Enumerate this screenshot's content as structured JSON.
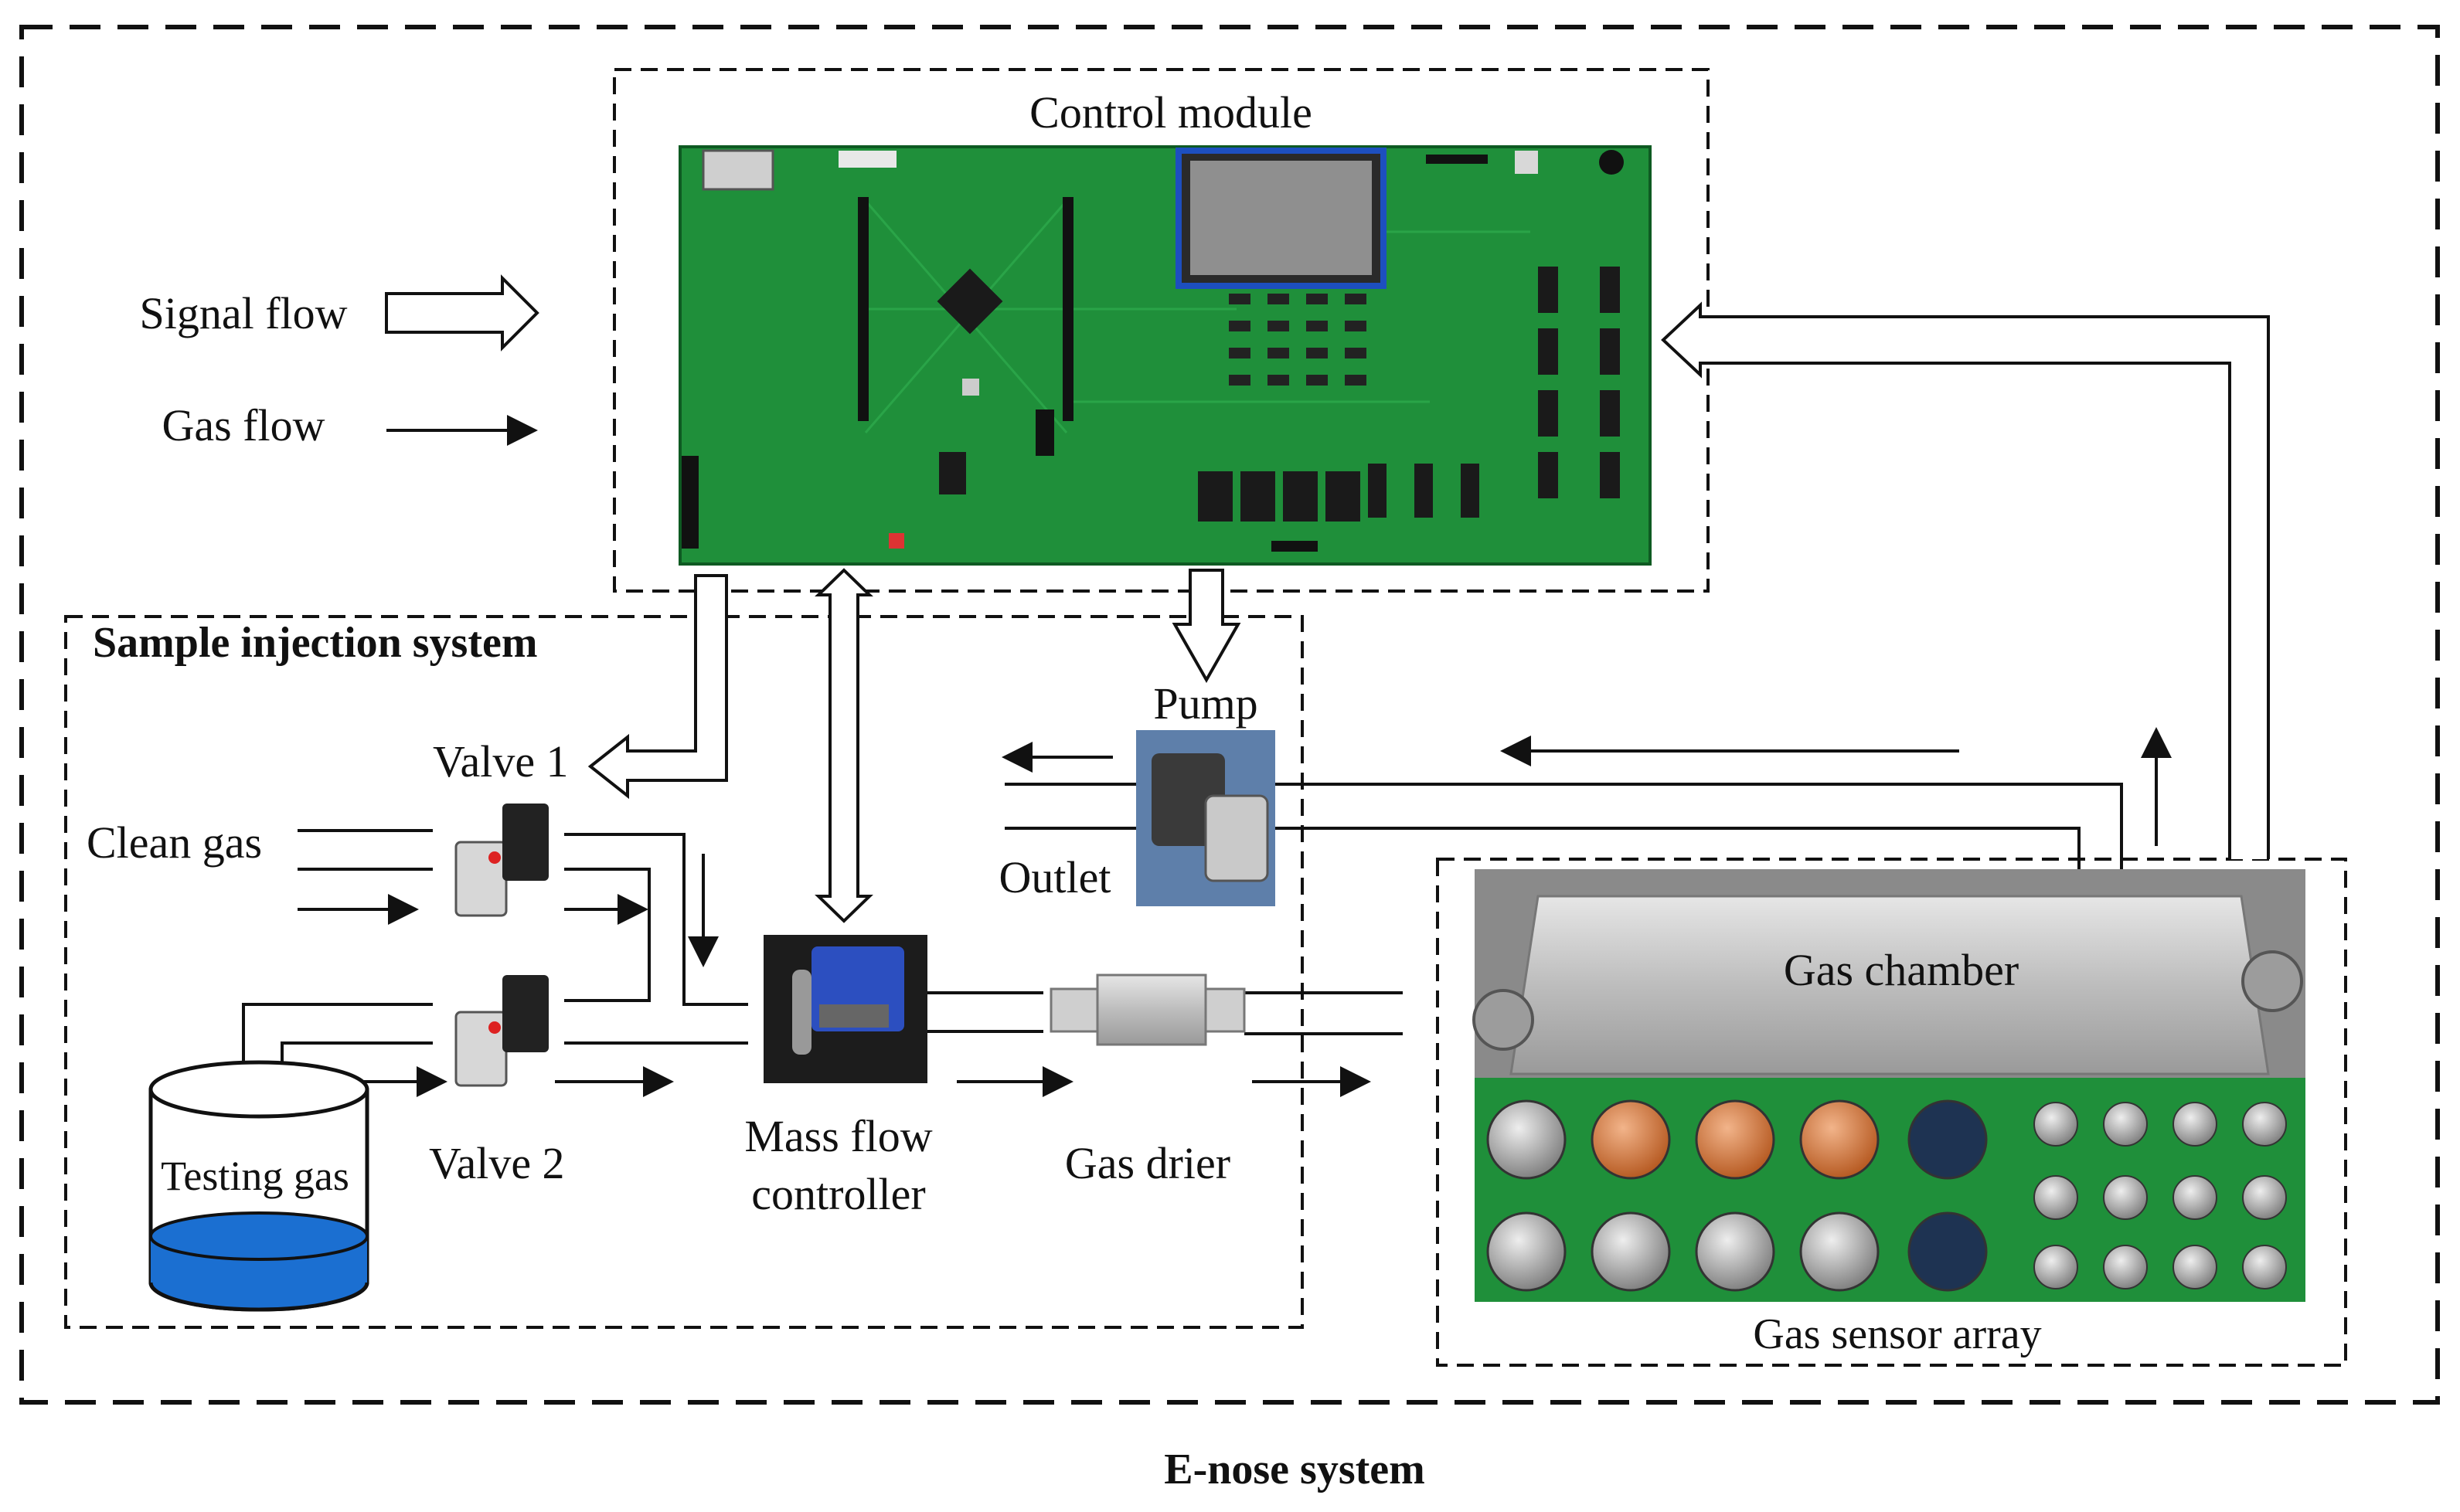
{
  "labels": {
    "control_module": "Control module",
    "signal_flow": "Signal flow",
    "gas_flow": "Gas flow",
    "sample_injection_system": "Sample injection system",
    "valve1": "Valve 1",
    "clean_gas": "Clean gas",
    "testing_gas": "Testing gas",
    "valve2": "Valve 2",
    "mass_flow_line1": "Mass flow",
    "mass_flow_line2": "controller",
    "pump": "Pump",
    "outlet": "Outlet",
    "gas_drier": "Gas drier",
    "gas_chamber": "Gas chamber",
    "gas_sensor_array": "Gas sensor array",
    "system_title": "E-nose system"
  },
  "colors": {
    "pcb_green": "#1f8f3a",
    "pcb_dark": "#0e5a22",
    "water_blue": "#1b6fd1",
    "chamber_metal": "#c9c9c9",
    "line": "#111111"
  }
}
